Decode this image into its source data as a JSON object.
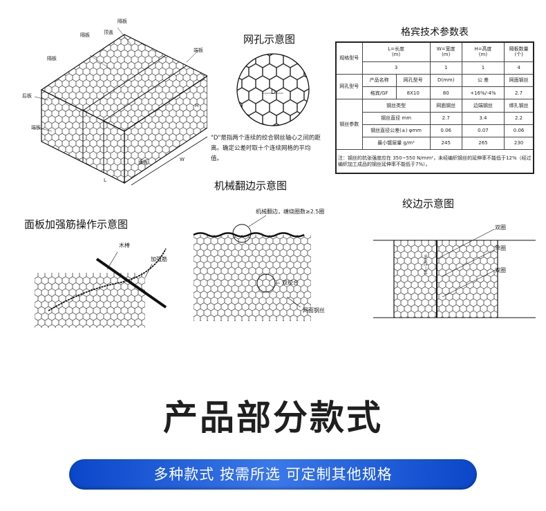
{
  "gabion_labels": {
    "diaphragm_top": "隔板",
    "lid": "顶盖",
    "diaphragm_left": "隔板",
    "end_panel_right": "端板",
    "back_panel": "后板",
    "end_panel_left": "端板",
    "base_panel": "面板",
    "dim_l": "L",
    "dim_w": "W",
    "dim_h": "H"
  },
  "mesh_diagram": {
    "title": "网孔示意图",
    "dim_d": "D",
    "note": "\"D\"是指两个连续的绞合钢丝轴心之间的距离。确定公差时取十个连续网格的平均值。"
  },
  "spec_table": {
    "title": "格宾技术参数表",
    "r1": [
      "规格型号",
      "L=长度\n(m)",
      "W=宽度\n(m)",
      "H=高度\n(m)",
      "隔板数量\n(个)"
    ],
    "r2": [
      "3",
      "1",
      "1",
      "4"
    ],
    "r3": [
      "网孔型号",
      "产品名称",
      "网孔型号",
      "D(mm)",
      "公 差",
      "网面钢丝"
    ],
    "r4": [
      "格宾/GF",
      "8X10",
      "80",
      "+16%/-4%",
      "2.7"
    ],
    "r5": [
      "钢丝参数",
      "钢丝类型",
      "网面钢丝",
      "边端钢丝",
      "绑扎钢丝"
    ],
    "r6": [
      "钢丝直径 mm",
      "2.7",
      "3.4",
      "2.2"
    ],
    "r7": [
      "钢丝直径公差(±) φmm",
      "0.06",
      "0.07",
      "0.06"
    ],
    "r8": [
      "最小镀层量 g/m²",
      "245",
      "265",
      "230"
    ],
    "note": "注：钢丝的抗张强度应在 350~550 N/mm²，未经编织钢丝的延伸率不能低于12%（经过编织加工成品的钢丝延伸率不能低于7%）。"
  },
  "selvedge_diagram": {
    "title": "机械翻边示意图",
    "callout_top": "机械翻边，缠绕圈数≥2.5圈",
    "callout_twist": "双绞合",
    "callout_wire": "网面钢丝"
  },
  "stiffener_diagram": {
    "title": "面板加强筋操作示意图",
    "label_rod": "木棒",
    "label_rib": "加强筋"
  },
  "twist_diagram": {
    "title": "绞边示意图",
    "label_double_1": "双圈",
    "label_single": "单圈",
    "label_double_2": "双圈",
    "dim": "10~15cm"
  },
  "section_title": "产品部分款式",
  "banner_text": "多种款式 按需所选 可定制其他规格",
  "colors": {
    "banner_blue": "#0a46c8",
    "banner_text": "#ffffff",
    "title_text": "#1f1f1f"
  }
}
